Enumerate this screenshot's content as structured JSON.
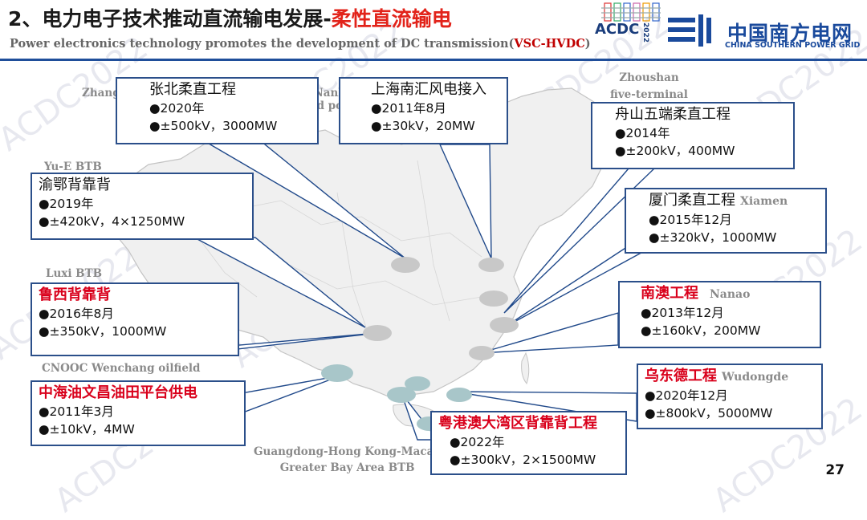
{
  "header": {
    "title_prefix": "2、电力电子技术推动直流输电发展-",
    "title_highlight": "柔性直流输电",
    "subtitle_prefix": "Power electronics technology promotes the development of  DC transmission(",
    "subtitle_highlight": "VSC-HVDC",
    "subtitle_suffix": ")"
  },
  "logos": {
    "acdc_text": "ACDC",
    "acdc_year": "2022",
    "company_cn": "中国南方电网",
    "company_en": "CHINA SOUTHERN POWER GRID"
  },
  "watermark": "ACDC2022",
  "projects": [
    {
      "name": "张北柔直工程",
      "year": "●2020年",
      "spec": "●±500kV，3000MW",
      "en": "Zhangbei"
    },
    {
      "name": "上海南汇风电接入",
      "year": "●2011年8月",
      "spec": "●±30kV，20MW",
      "en_line1": "Nanhui",
      "en_line2": "wind power"
    },
    {
      "name": "舟山五端柔直工程",
      "year": "●2014年",
      "spec": "●±200kV，400MW",
      "en_line1": "Zhoushan",
      "en_line2": "five-terminal"
    },
    {
      "name": "渝鄂背靠背",
      "year": "●2019年",
      "spec": "●±420kV，4×1250MW",
      "en": "Yu-E BTB"
    },
    {
      "name": "厦门柔直工程",
      "year": "●2015年12月",
      "spec": "●±320kV，1000MW",
      "en": "Xiamen"
    },
    {
      "name": "鲁西背靠背",
      "year": "●2016年8月",
      "spec": "●±350kV，1000MW",
      "en": "Luxi BTB"
    },
    {
      "name": "南澳工程",
      "year": "●2013年12月",
      "spec": "●±160kV，200MW",
      "en": "Nanao"
    },
    {
      "name": "中海油文昌油田平台供电",
      "year": "●2011年3月",
      "spec": "●±10kV，4MW",
      "en": "CNOOC Wenchang oilfield"
    },
    {
      "name": "乌东德工程",
      "year": "●2020年12月",
      "spec": "●±800kV，5000MW",
      "en": "Wudongde"
    },
    {
      "name": "粤港澳大湾区背靠背工程",
      "year": "●2022年",
      "spec": "●±300kV，2×1500MW",
      "en_line1": "Guangdong-Hong Kong-Macao",
      "en_line2": "Greater Bay Area BTB"
    }
  ],
  "page_number": "27"
}
